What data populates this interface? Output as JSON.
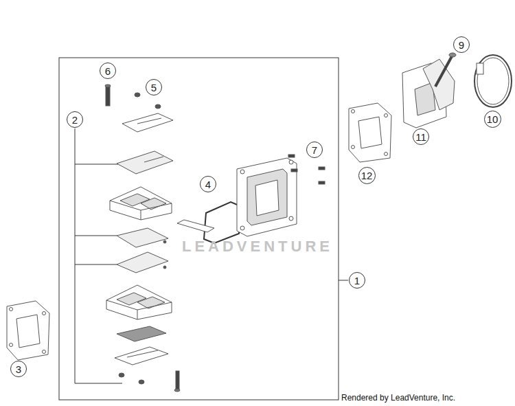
{
  "diagram": {
    "nodes": [
      {
        "text": [
          "9"
        ]
      },
      {
        "text": [
          "6"
        ]
      },
      {
        "text": [
          "5"
        ]
      },
      {
        "text": [
          "2"
        ]
      },
      {
        "text": [
          "10"
        ]
      },
      {
        "text": [
          "11"
        ]
      },
      {
        "text": [
          "7"
        ]
      },
      {
        "text": [
          "12"
        ]
      },
      {
        "text": [
          "4"
        ]
      },
      {
        "text": [
          "1"
        ]
      },
      {
        "text": [
          "3"
        ]
      }
    ],
    "labels": [
      "LEADVENTURE",
      "Rendered by LeadVenture, Inc."
    ]
  }
}
